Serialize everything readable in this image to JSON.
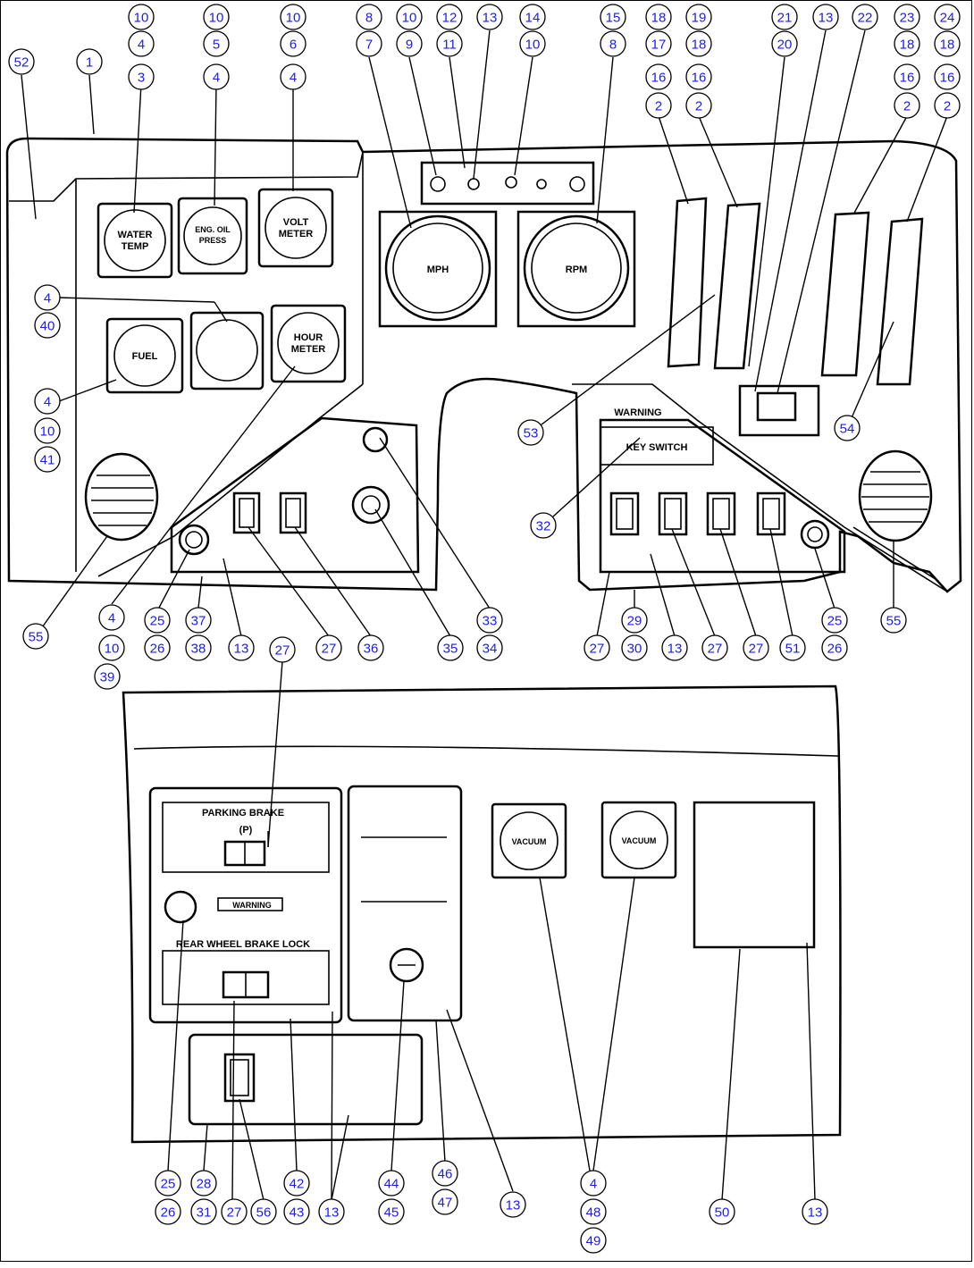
{
  "labels": {
    "gauge_water_temp_1": "WATER",
    "gauge_water_temp_2": "TEMP",
    "gauge_eng_oil_1": "ENG. OIL",
    "gauge_eng_oil_2": "PRESS",
    "gauge_volt_1": "VOLT",
    "gauge_volt_2": "METER",
    "gauge_fuel": "FUEL",
    "gauge_hour_1": "HOUR",
    "gauge_hour_2": "METER",
    "gauge_mph": "MPH",
    "gauge_rpm": "RPM",
    "warning": "WARNING",
    "key_switch": "KEY SWITCH",
    "parking_brake": "PARKING BRAKE",
    "parking_p": "(P)",
    "warning_small": "WARNING",
    "rear_wheel_brake_lock": "REAR WHEEL BRAKE LOCK",
    "vacuum_left": "VACUUM",
    "vacuum_right": "VACUUM"
  },
  "callouts": [
    {
      "n": "10"
    },
    {
      "n": "4"
    },
    {
      "n": "3"
    },
    {
      "n": "10"
    },
    {
      "n": "5"
    },
    {
      "n": "4"
    },
    {
      "n": "10"
    },
    {
      "n": "6"
    },
    {
      "n": "4"
    },
    {
      "n": "8"
    },
    {
      "n": "7"
    },
    {
      "n": "10"
    },
    {
      "n": "9"
    },
    {
      "n": "12"
    },
    {
      "n": "11"
    },
    {
      "n": "13"
    },
    {
      "n": "14"
    },
    {
      "n": "10"
    },
    {
      "n": "15"
    },
    {
      "n": "8"
    },
    {
      "n": "18"
    },
    {
      "n": "17"
    },
    {
      "n": "16"
    },
    {
      "n": "2"
    },
    {
      "n": "19"
    },
    {
      "n": "18"
    },
    {
      "n": "16"
    },
    {
      "n": "2"
    },
    {
      "n": "21"
    },
    {
      "n": "20"
    },
    {
      "n": "13"
    },
    {
      "n": "22"
    },
    {
      "n": "23"
    },
    {
      "n": "18"
    },
    {
      "n": "16"
    },
    {
      "n": "2"
    },
    {
      "n": "24"
    },
    {
      "n": "18"
    },
    {
      "n": "16"
    },
    {
      "n": "2"
    },
    {
      "n": "52"
    },
    {
      "n": "1"
    },
    {
      "n": "4"
    },
    {
      "n": "40"
    },
    {
      "n": "4"
    },
    {
      "n": "10"
    },
    {
      "n": "41"
    },
    {
      "n": "53"
    },
    {
      "n": "54"
    },
    {
      "n": "32"
    },
    {
      "n": "55"
    },
    {
      "n": "4"
    },
    {
      "n": "10"
    },
    {
      "n": "39"
    },
    {
      "n": "25"
    },
    {
      "n": "26"
    },
    {
      "n": "37"
    },
    {
      "n": "38"
    },
    {
      "n": "13"
    },
    {
      "n": "27"
    },
    {
      "n": "36"
    },
    {
      "n": "35"
    },
    {
      "n": "33"
    },
    {
      "n": "34"
    },
    {
      "n": "27"
    },
    {
      "n": "29"
    },
    {
      "n": "30"
    },
    {
      "n": "13"
    },
    {
      "n": "27"
    },
    {
      "n": "27"
    },
    {
      "n": "51"
    },
    {
      "n": "25"
    },
    {
      "n": "26"
    },
    {
      "n": "55"
    },
    {
      "n": "27"
    },
    {
      "n": "25"
    },
    {
      "n": "26"
    },
    {
      "n": "28"
    },
    {
      "n": "31"
    },
    {
      "n": "27"
    },
    {
      "n": "56"
    },
    {
      "n": "42"
    },
    {
      "n": "43"
    },
    {
      "n": "13"
    },
    {
      "n": "44"
    },
    {
      "n": "45"
    },
    {
      "n": "46"
    },
    {
      "n": "47"
    },
    {
      "n": "13"
    },
    {
      "n": "4"
    },
    {
      "n": "48"
    },
    {
      "n": "49"
    },
    {
      "n": "50"
    },
    {
      "n": "13"
    }
  ]
}
